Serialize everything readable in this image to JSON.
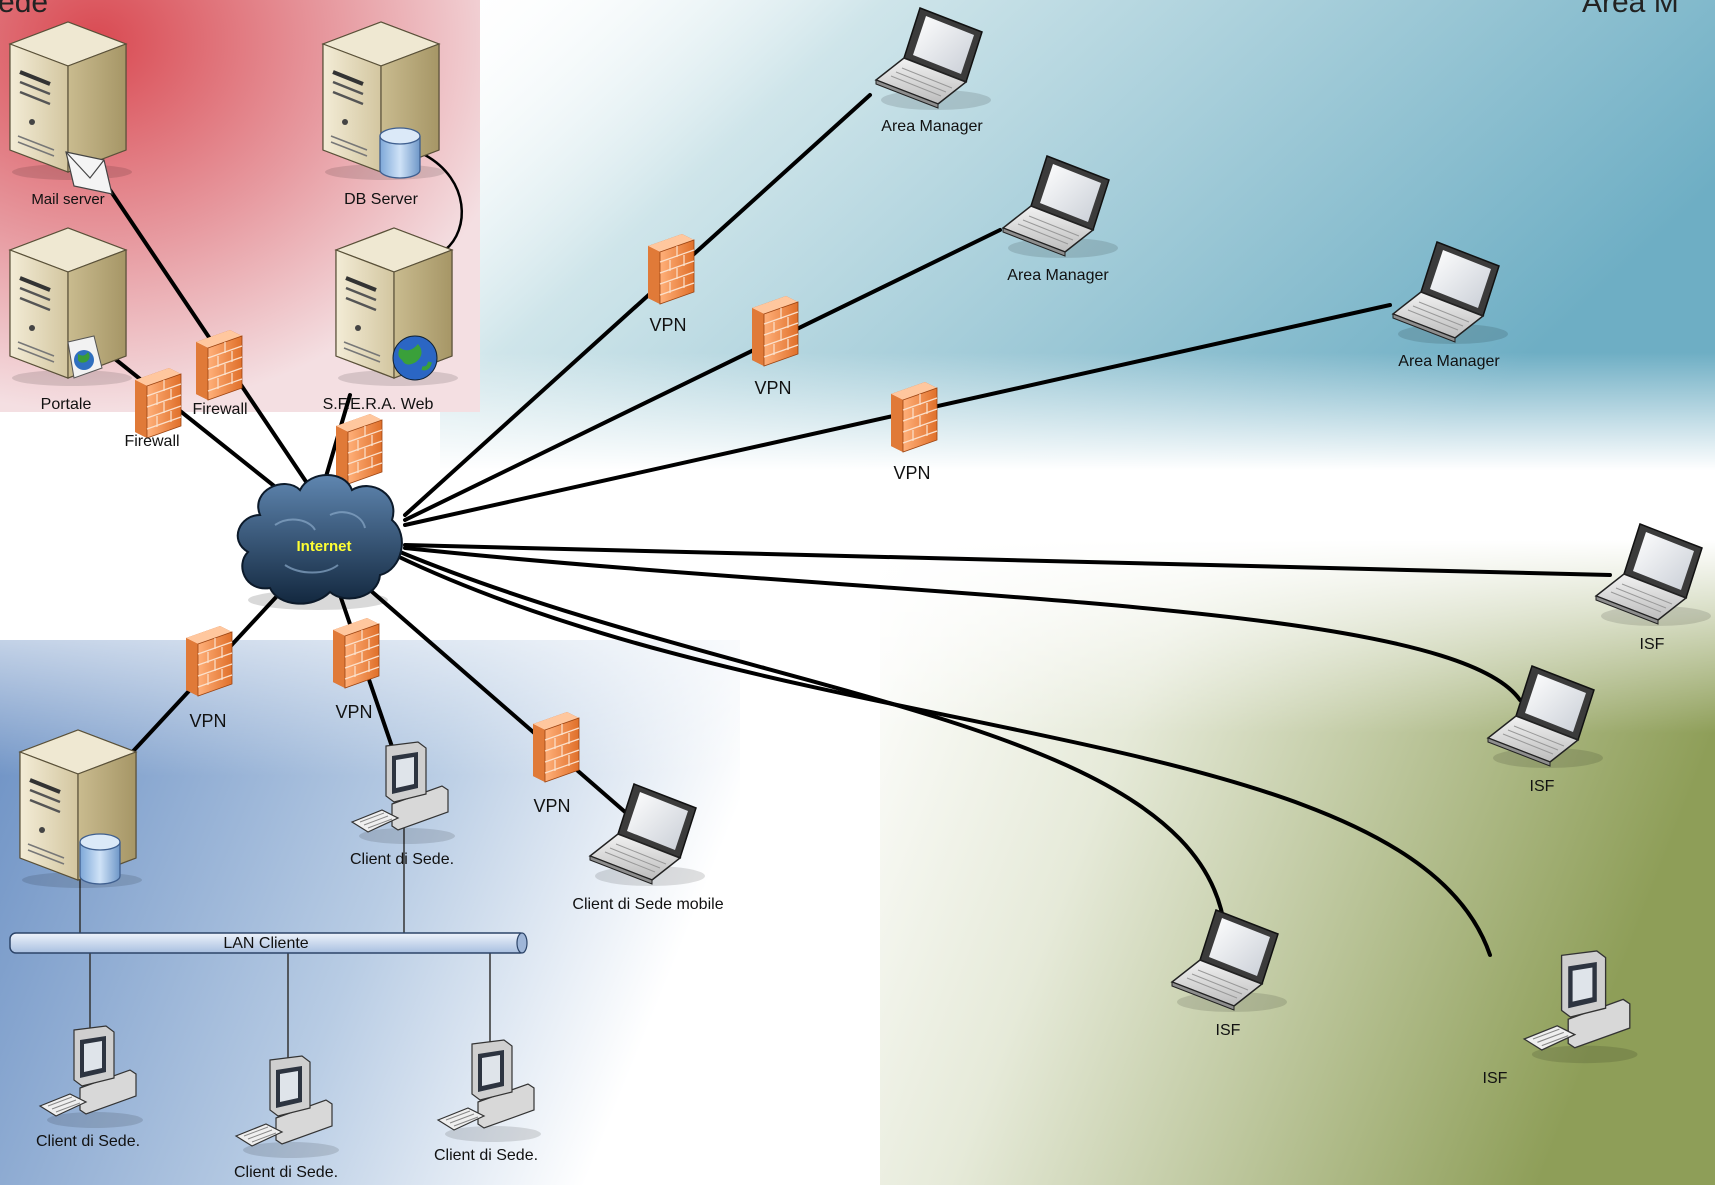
{
  "corner_labels": {
    "left": "Sede",
    "right": "Area M"
  },
  "network": {
    "internet": "Internet",
    "lan": "LAN Cliente",
    "servers": {
      "mail": "Mail server",
      "db": "DB Server",
      "portal": "Portale",
      "web": "S.F.E.R.A. Web"
    },
    "firewalls": {
      "portal": "Firewall",
      "mail": "Firewall"
    },
    "vpn": "VPN",
    "area_manager": "Area Manager",
    "isf": "ISF",
    "client_sede": "Client di Sede.",
    "client_mobile": "Client di Sede mobile"
  },
  "colors": {
    "sede_region": "#e0555a",
    "lan_region": "#6f93c7",
    "area_manager_region": "#7fb3c6",
    "isf_region": "#8f9f5a",
    "firewall": "#f08a3e",
    "cloud": "#1f3b59",
    "link": "#000000"
  }
}
